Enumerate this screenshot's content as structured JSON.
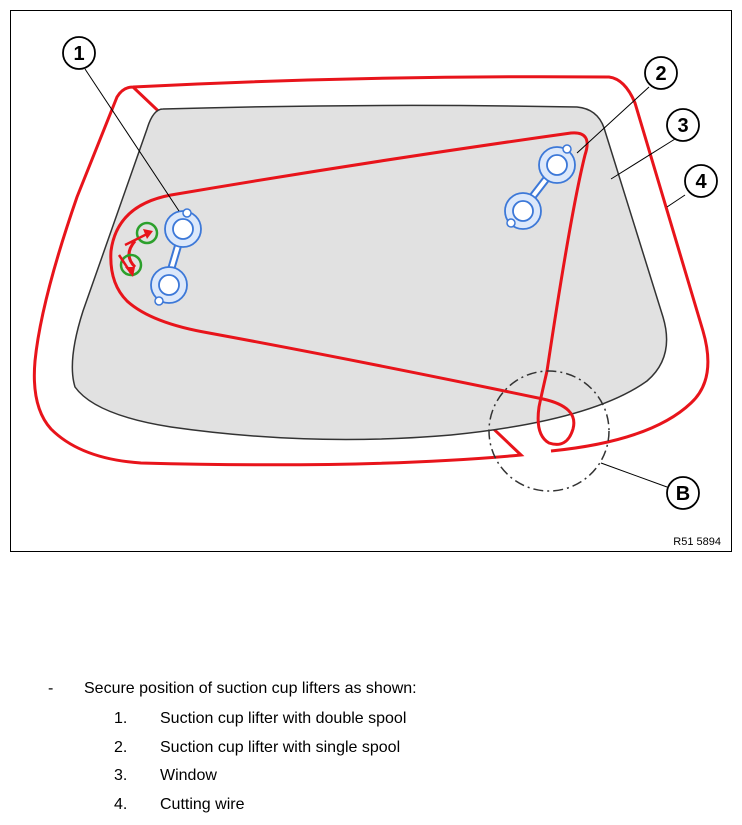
{
  "figure": {
    "code": "R51 5894",
    "callouts": [
      "1",
      "2",
      "3",
      "4",
      "B"
    ],
    "colors": {
      "wire": "#e8141b",
      "glass": "#e1e1e1",
      "lifter": "#3c78d8",
      "arrow_marker": "#2ca02c",
      "outline": "#000000"
    }
  },
  "instructions": {
    "bullet": "-",
    "intro": "Secure position of suction cup lifters as shown:",
    "items": [
      {
        "num": "1.",
        "text": "Suction cup lifter with double spool"
      },
      {
        "num": "2.",
        "text": "Suction cup lifter with single spool"
      },
      {
        "num": "3.",
        "text": "Window"
      },
      {
        "num": "4.",
        "text": "Cutting wire"
      }
    ]
  }
}
